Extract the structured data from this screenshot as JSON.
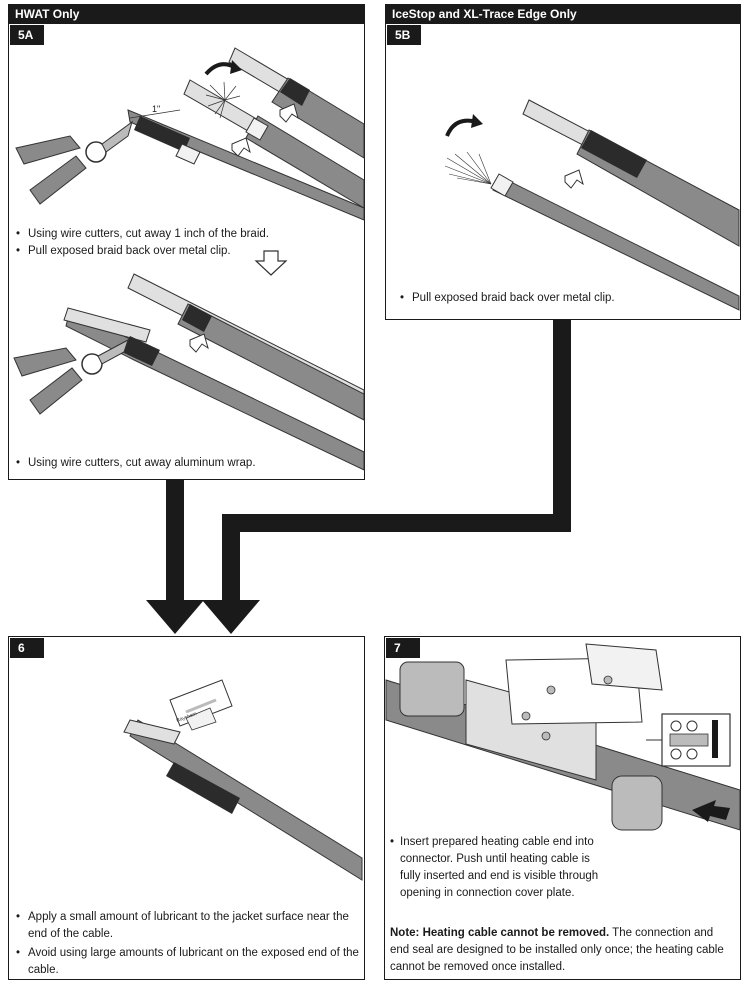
{
  "header_5a": "HWAT Only",
  "header_5b": "IceStop and XL-Trace Edge Only",
  "step_5a": "5A",
  "step_5b": "5B",
  "step_6": "6",
  "step_7": "7",
  "measure_label": "1\"",
  "brand_label": "Raychem",
  "panel_5a": {
    "bullets_top": [
      "Using wire cutters, cut away 1 inch of the braid.",
      "Pull exposed braid back over metal clip."
    ],
    "bullets_bottom": [
      "Using wire cutters, cut away aluminum wrap."
    ]
  },
  "panel_5b": {
    "bullets": [
      "Pull exposed braid back over metal clip."
    ]
  },
  "panel_6": {
    "bullets": [
      "Apply a small amount of lubricant to the jacket surface near the end of the cable.",
      "Avoid using large amounts of lubricant on the exposed end of the cable."
    ]
  },
  "panel_7": {
    "bullets": [
      "Insert prepared heating cable end into connector. Push until heating cable is fully inserted and end is visible through opening in connection cover plate."
    ],
    "note_bold": "Note: Heating cable cannot be removed.",
    "note_rest": " The connection and end seal are designed to be installed only once; the heating cable cannot be removed once installed."
  },
  "colors": {
    "dark": "#1a1a1a",
    "cable": "#8a8a8a",
    "cable_light": "#d4d4d4",
    "braid": "#2b2b2b"
  }
}
